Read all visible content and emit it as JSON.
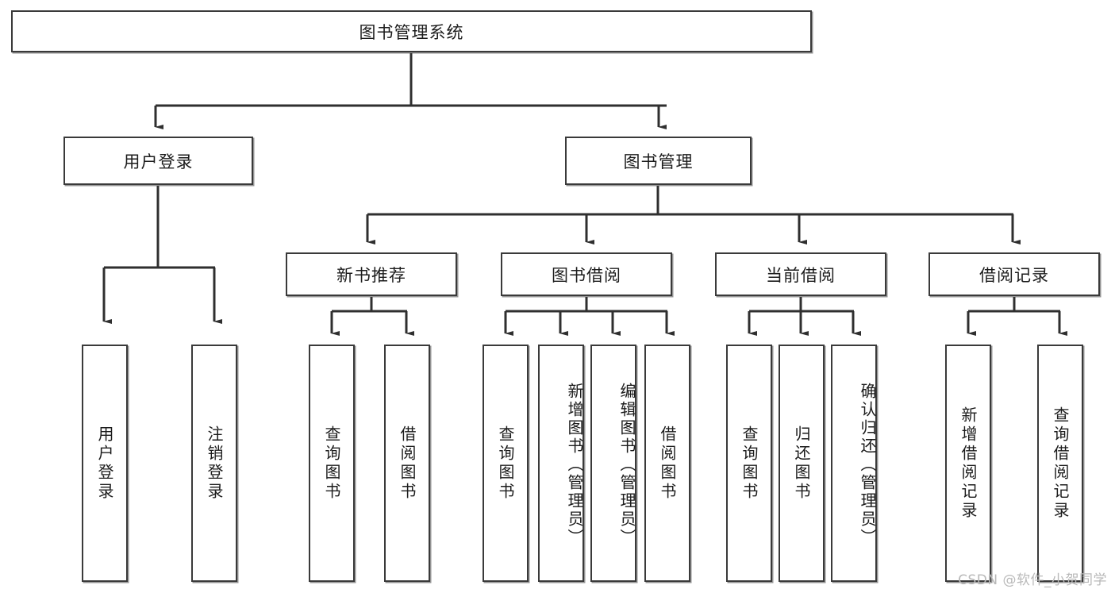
{
  "diagram": {
    "title": "图书管理系统",
    "watermark": "CSDN @软件_小贺同学",
    "colors": {
      "stroke": "#3a3a3a",
      "fill": "#ffffff",
      "text": "#1c1c1c",
      "watermark": "#b9b9b9"
    },
    "root": {
      "label": "图书管理系统"
    },
    "level2": [
      {
        "label": "用户登录"
      },
      {
        "label": "图书管理"
      }
    ],
    "level3": [
      {
        "label": "新书推荐"
      },
      {
        "label": "图书借阅"
      },
      {
        "label": "当前借阅"
      },
      {
        "label": "借阅记录"
      }
    ],
    "leaves": {
      "user_login": [
        {
          "label": "用户登录"
        },
        {
          "label": "注销登录"
        }
      ],
      "new_book": [
        {
          "label": "查询图书"
        },
        {
          "label": "借阅图书"
        }
      ],
      "book_borrow": [
        {
          "label": "查询图书"
        },
        {
          "label": "新增图书（管理员）"
        },
        {
          "label": "编辑图书（管理员）"
        },
        {
          "label": "借阅图书"
        }
      ],
      "current_borrow": [
        {
          "label": "查询图书"
        },
        {
          "label": "归还图书"
        },
        {
          "label": "确认归还（管理员）"
        }
      ],
      "borrow_record": [
        {
          "label": "新增借阅记录"
        },
        {
          "label": "查询借阅记录"
        }
      ]
    }
  }
}
